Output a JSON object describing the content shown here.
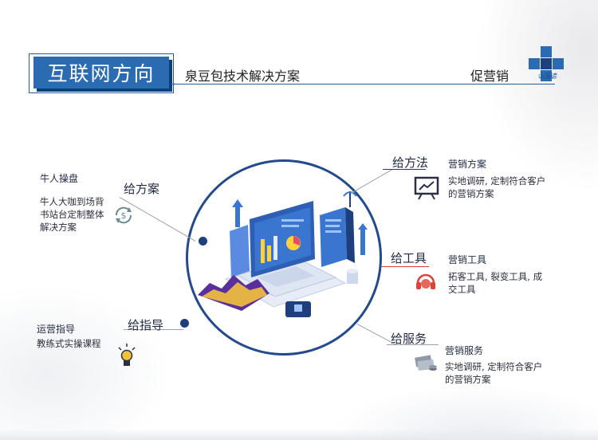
{
  "header": {
    "title": "互联网方向",
    "subtitle": "泉豆包技术解决方案",
    "right_label": "促营销",
    "logo_text": "山藻谚"
  },
  "left": [
    {
      "heading": "给方案",
      "sub_title": "牛人操盘",
      "desc": [
        "牛人大咖到场背",
        "书站台定制整体",
        "解决方案"
      ],
      "icon": "dollar-cycle-icon"
    },
    {
      "heading": "给指导",
      "sub_title": "运营指导",
      "desc": [
        "教练式实操课程"
      ],
      "icon": "lightbulb-icon"
    }
  ],
  "right": [
    {
      "heading": "给方法",
      "sub_title": "营销方案",
      "desc": [
        "实地调研, 定制符合客户",
        "的营销方案"
      ],
      "icon": "presentation-board-icon"
    },
    {
      "heading": "给工具",
      "sub_title": "营销工具",
      "desc": [
        "拓客工具, 裂变工具, 成",
        "交工具"
      ],
      "icon": "headset-icon"
    },
    {
      "heading": "给服务",
      "sub_title": "营销服务",
      "desc": [
        "实地调研, 定制符合客户",
        "的营销方案"
      ],
      "icon": "money-stack-icon"
    }
  ],
  "colors": {
    "brand_blue": "#2a6bb1",
    "dark_navy": "#1d3f7d",
    "accent_red": "#d8443a"
  }
}
